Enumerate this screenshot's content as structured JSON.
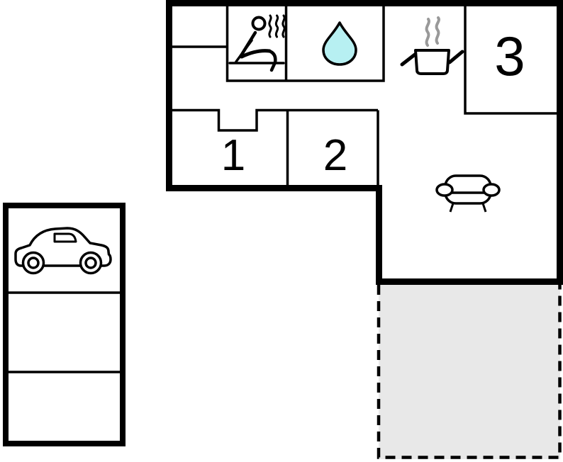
{
  "plan": {
    "type": "holiday-home-floor-plan",
    "colors": {
      "wall": "#000000",
      "background": "#ffffff",
      "terrace_fill": "#e8e8e8",
      "water_drop_fill": "#b7f0f2",
      "steam_gray": "#999999"
    },
    "rooms": {
      "bedroom_1": {
        "label": "1"
      },
      "bedroom_2": {
        "label": "2"
      },
      "bedroom_3": {
        "label": "3"
      },
      "sauna": {
        "icon": "sauna-person-icon"
      },
      "bathroom": {
        "icon": "water-drop-icon"
      },
      "kitchen": {
        "icon": "cooking-pot-icon"
      },
      "living_room": {
        "icon": "sofa-icon"
      },
      "terrace": {
        "style": "dashed-outline"
      },
      "carport": {
        "icon": "car-icon",
        "sections": 3
      }
    }
  }
}
